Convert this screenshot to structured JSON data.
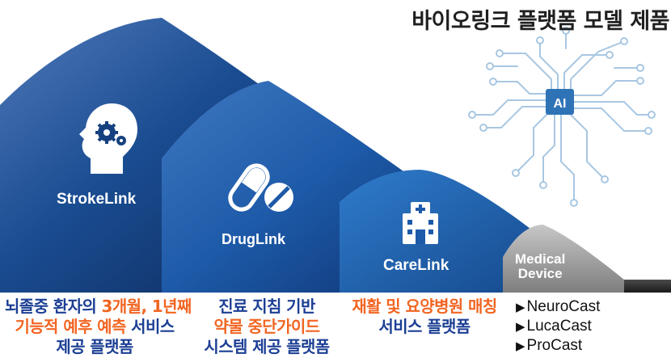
{
  "title": "바이오링크 플랫폼 모델 제품",
  "platforms": [
    {
      "name": "StrokeLink",
      "icon": "brain-gears-icon"
    },
    {
      "name": "DrugLink",
      "icon": "pills-icon"
    },
    {
      "name": "CareLink",
      "icon": "hospital-icon"
    }
  ],
  "medical_device": {
    "line1": "Medical",
    "line2": "Device"
  },
  "brain_badge": "AI",
  "descriptions": {
    "strokelink": {
      "l1a": "뇌졸중 환자의 ",
      "l1b": "3개월, 1년째",
      "l2a": "기능적 예후 예측",
      "l2b": " 서비스",
      "l3": "제공 플랫폼"
    },
    "druglink": {
      "l1": "진료 지침 기반",
      "l2": "약물 중단가이드",
      "l3": "시스템 제공 플랫폼"
    },
    "carelink": {
      "l1": "재활 및 요양병원 매칭",
      "l2": "서비스 플랫폼"
    }
  },
  "products": [
    "NeuroCast",
    "LucaCast",
    "ProCast"
  ],
  "colors": {
    "orange": "#f26522",
    "blue_text": "#1c3f94",
    "shape_dark": "#0d2a57",
    "shape_light": "#1f5fae",
    "device_gray": "#8c8c8c"
  }
}
